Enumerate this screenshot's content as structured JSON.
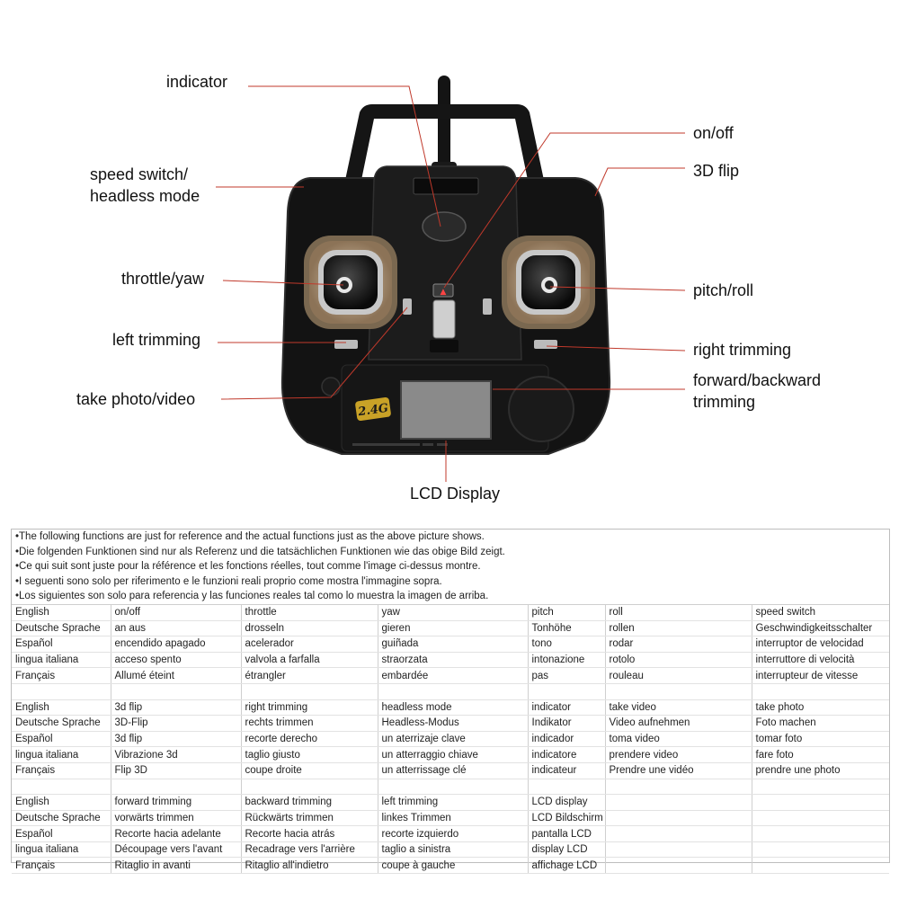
{
  "callouts": {
    "indicator": "indicator",
    "speed_switch": "speed switch/\nheadless mode",
    "throttle_yaw": "throttle/yaw",
    "left_trimming": "left trimming",
    "take_photo_video": "take photo/video",
    "on_off": "on/off",
    "flip_3d": "3D flip",
    "pitch_roll": "pitch/roll",
    "right_trimming": "right trimming",
    "forward_backward": "forward/backward\ntrimming",
    "lcd_display": "LCD Display"
  },
  "controller": {
    "badge": "2.4G"
  },
  "notes": [
    "•The following functions are just for reference and the actual functions just as the above picture shows.",
    "•Die folgenden Funktionen sind nur als Referenz und die tatsächlichen Funktionen wie das obige Bild zeigt.",
    "•Ce qui suit sont juste pour la référence et les fonctions réelles, tout comme l'image ci-dessus montre.",
    "•I seguenti sono solo per riferimento e le funzioni reali proprio come mostra l'immagine sopra.",
    "•Los siguientes son solo para referencia y las funciones reales tal como lo muestra la imagen de arriba."
  ],
  "translations": [
    [
      [
        "English",
        "on/off",
        "throttle",
        "yaw",
        "pitch",
        "roll",
        "speed switch"
      ],
      [
        "Deutsche Sprache",
        "an aus",
        "drosseln",
        "gieren",
        "Tonhöhe",
        "rollen",
        "Geschwindigkeitsschalter"
      ],
      [
        "Español",
        "encendido apagado",
        "acelerador",
        "guiñada",
        "tono",
        "rodar",
        "interruptor de velocidad"
      ],
      [
        "lingua italiana",
        "acceso spento",
        "valvola a farfalla",
        "straorzata",
        "intonazione",
        "rotolo",
        "interruttore di velocità"
      ],
      [
        "Français",
        "Allumé éteint",
        "étrangler",
        "embardée",
        "pas",
        "rouleau",
        "interrupteur de vitesse"
      ]
    ],
    [
      [
        "English",
        "3d flip",
        "right  trimming",
        "headless mode",
        "indicator",
        "take video",
        "take photo"
      ],
      [
        "Deutsche Sprache",
        "3D-Flip",
        "rechts trimmen",
        "Headless-Modus",
        "Indikator",
        "Video aufnehmen",
        "Foto machen"
      ],
      [
        "Español",
        "3d flip",
        "recorte derecho",
        "un aterrizaje clave",
        "indicador",
        "toma video",
        "tomar foto"
      ],
      [
        "lingua italiana",
        "Vibrazione 3d",
        "taglio giusto",
        "un atterraggio chiave",
        "indicatore",
        "prendere video",
        "fare foto"
      ],
      [
        "Français",
        "Flip 3D",
        "coupe droite",
        "un atterrissage clé",
        "indicateur",
        "Prendre une vidéo",
        "prendre une photo"
      ]
    ],
    [
      [
        "English",
        "forward trimming",
        "backward trimming",
        "left trimming",
        "LCD display",
        "",
        ""
      ],
      [
        "Deutsche Sprache",
        "vorwärts trimmen",
        "Rückwärts trimmen",
        "linkes Trimmen",
        "LCD Bildschirm",
        "",
        ""
      ],
      [
        "Español",
        "Recorte hacia adelante",
        "Recorte hacia atrás",
        "recorte izquierdo",
        "pantalla LCD",
        "",
        ""
      ],
      [
        "lingua italiana",
        "Découpage vers l'avant",
        "Recadrage vers l'arrière",
        "taglio a sinistra",
        "display LCD",
        "",
        ""
      ],
      [
        "Français",
        "Ritaglio in avanti",
        "Ritaglio all'indietro",
        "coupe à gauche",
        "affichage LCD",
        "",
        ""
      ]
    ]
  ],
  "colors": {
    "leader_line": "#c0392b",
    "body": "#121212",
    "panel": "#1c1c1c",
    "stick_ring": "#b9a48a"
  }
}
